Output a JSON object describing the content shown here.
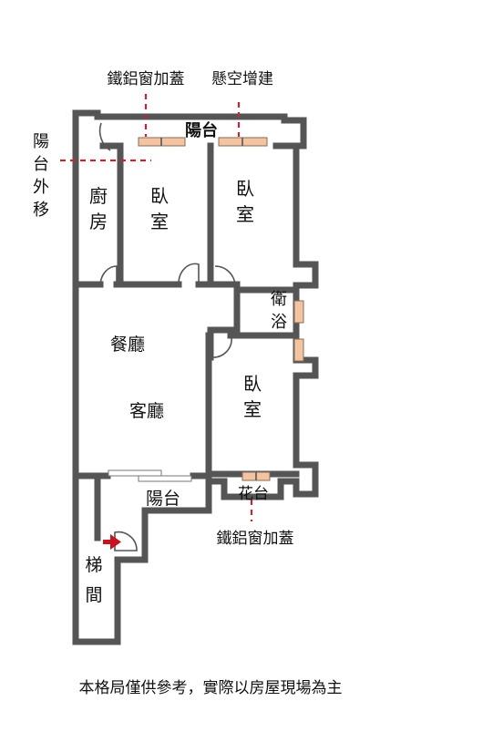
{
  "annotations": {
    "window_cover_top": "鐵鋁窗加蓋",
    "overhang_extension": "懸空增建",
    "balcony_moved_out": [
      "陽",
      "台",
      "外",
      "移"
    ],
    "window_cover_bottom": "鐵鋁窗加蓋"
  },
  "rooms": {
    "balcony_top": "陽台",
    "kitchen": [
      "廚",
      "房"
    ],
    "bedroom_1": [
      "臥",
      "室"
    ],
    "bedroom_2": [
      "臥",
      "室"
    ],
    "bathroom": [
      "衛",
      "浴"
    ],
    "dining": "餐廳",
    "living": "客廳",
    "bedroom_3": [
      "臥",
      "室"
    ],
    "balcony_bottom": "陽台",
    "flower_bed": "花台",
    "stairs": [
      "梯",
      "間"
    ]
  },
  "footer": {
    "disclaimer": "本格局僅供參考，實際以房屋現場為主"
  },
  "colors": {
    "wall": "#555555",
    "window": "#f2c4a2",
    "annotation_line": "#c0283a",
    "entry_arrow": "#c8141e"
  }
}
